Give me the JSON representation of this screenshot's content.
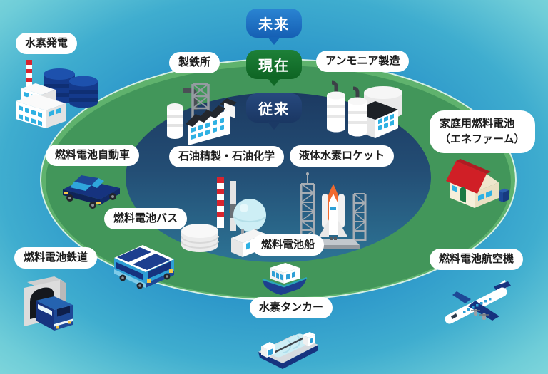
{
  "diagram_title": "hydrogen-energy-applications-map",
  "timeline": [
    {
      "id": "future",
      "label": "未来",
      "color": "#1a6fc4"
    },
    {
      "id": "present",
      "label": "現在",
      "color": "#13702a"
    },
    {
      "id": "conventional",
      "label": "従来",
      "color": "#1b3965"
    }
  ],
  "items": [
    {
      "id": "hydrogen-power",
      "label": "水素発電",
      "zone": "future",
      "icon": "hydrogen-power-plant-icon"
    },
    {
      "id": "steelworks",
      "label": "製鉄所",
      "zone": "present",
      "icon": "steelworks-icon"
    },
    {
      "id": "ammonia",
      "label": "アンモニア製造",
      "zone": "present",
      "icon": "ammonia-plant-icon"
    },
    {
      "id": "home-fuel-cell",
      "label": "家庭用燃料電池",
      "label_line2": "（エネファーム）",
      "zone": "present",
      "icon": "house-enefarm-icon"
    },
    {
      "id": "fuel-cell-car",
      "label": "燃料電池自動車",
      "zone": "present",
      "icon": "fuel-cell-car-icon"
    },
    {
      "id": "oil-refining",
      "label": "石油精製・石油化学",
      "zone": "conventional",
      "icon": "oil-refinery-icon"
    },
    {
      "id": "lh2-rocket",
      "label": "液体水素ロケット",
      "zone": "conventional",
      "icon": "rocket-launch-icon"
    },
    {
      "id": "fuel-cell-bus",
      "label": "燃料電池バス",
      "zone": "present",
      "icon": "fuel-cell-bus-icon"
    },
    {
      "id": "fuel-cell-rail",
      "label": "燃料電池鉄道",
      "zone": "future",
      "icon": "train-tunnel-icon"
    },
    {
      "id": "fuel-cell-ship",
      "label": "燃料電池船",
      "zone": "present",
      "icon": "fuel-cell-ship-icon"
    },
    {
      "id": "hydrogen-tanker",
      "label": "水素タンカー",
      "zone": "future",
      "icon": "hydrogen-tanker-icon"
    },
    {
      "id": "fuel-cell-plane",
      "label": "燃料電池航空機",
      "zone": "future",
      "icon": "fuel-cell-aircraft-icon"
    }
  ],
  "colors": {
    "background_center": "#2a94c9",
    "background_edge": "#8fdfdf",
    "ring_green": "#42965a",
    "ring_rim": "#5fb26d",
    "inner_ellipse_top": "#1c3a62",
    "inner_ellipse_bottom": "#2d7495",
    "label_bg": "#ffffff",
    "label_text": "#1c1c1c"
  }
}
